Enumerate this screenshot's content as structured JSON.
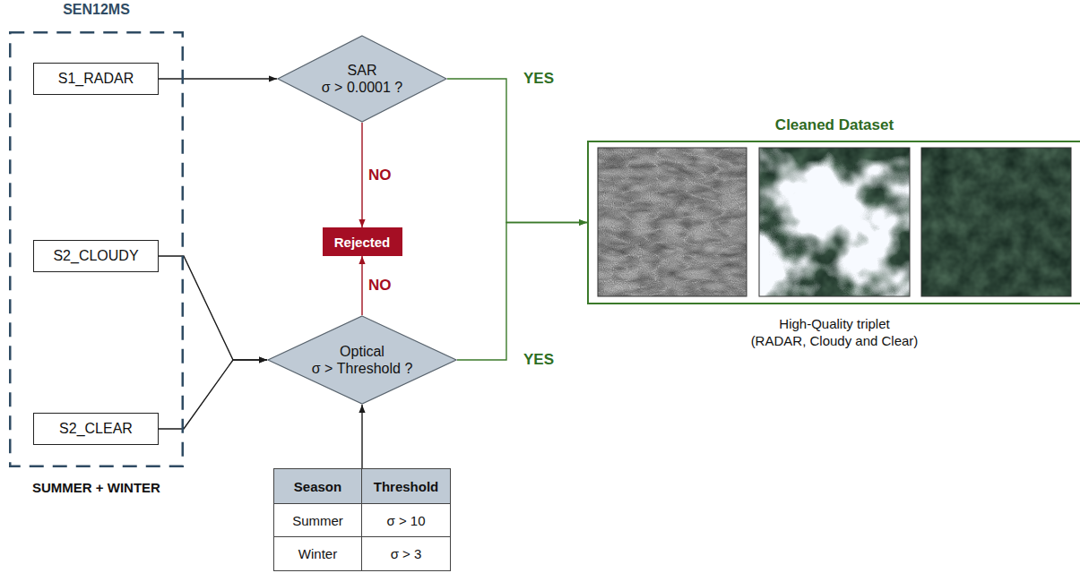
{
  "diagram": {
    "nodes": [
      {
        "text": [
          "SEN12MS",
          "SUMMER + WINTER"
        ]
      },
      {
        "text": [
          "S1_RADAR"
        ],
        "in": 0
      },
      {
        "text": [
          "S2_CLOUDY"
        ],
        "in": 0
      },
      {
        "text": [
          "S2_CLEAR"
        ],
        "in": 0
      },
      {
        "text": [
          "SAR σ > 0.0001 ?"
        ]
      },
      {
        "text": [
          "Rejected"
        ]
      },
      {
        "text": [
          "Optical σ > Threshold ?"
        ]
      },
      {
        "text": [
          "Season",
          "Threshold",
          "Summer",
          "σ > 10",
          "Winter",
          "σ > 3"
        ]
      },
      {
        "text": [
          "Cleaned Dataset",
          "High-Quality triplet (RADAR, Cloudy and Clear)"
        ]
      }
    ],
    "edges": [
      {
        "from": 1,
        "to": 4,
        "arrow": "to"
      },
      {
        "from": 2,
        "to": 6,
        "arrow": "to"
      },
      {
        "from": 3,
        "to": 6,
        "arrow": "to"
      },
      {
        "from": 4,
        "to": 5,
        "label": "NO",
        "arrow": "to"
      },
      {
        "from": 6,
        "to": 5,
        "label": "NO",
        "arrow": "to"
      },
      {
        "from": 4,
        "to": 8,
        "label": "YES",
        "arrow": "to"
      },
      {
        "from": 6,
        "to": 8,
        "label": "YES",
        "arrow": "to"
      },
      {
        "from": 7,
        "to": 6,
        "arrow": "to"
      }
    ]
  }
}
